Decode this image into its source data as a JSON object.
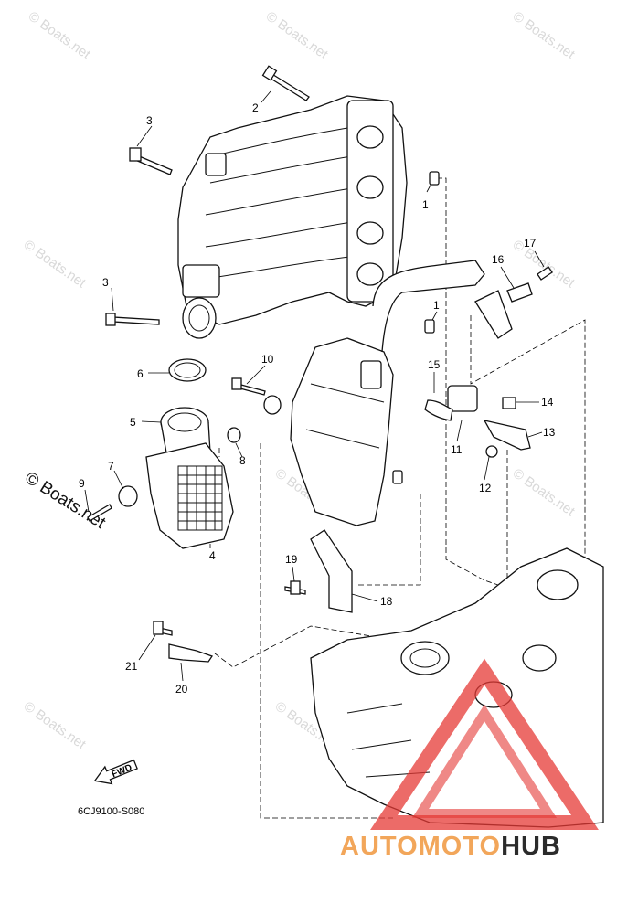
{
  "watermark": {
    "text": "© Boats.net",
    "large_text": "© Boats.net"
  },
  "diagram_code": "6CJ9100-S080",
  "fwd_label": "FWD",
  "brand": {
    "auto": "AUTO",
    "moto": "MOTO",
    "hub": "HUB",
    "color_primary": "#f2a65a",
    "color_secondary": "#2b2b2b",
    "triangle_color": "#e53935"
  },
  "callouts": [
    "1",
    "1",
    "2",
    "3",
    "3",
    "4",
    "5",
    "6",
    "7",
    "8",
    "9",
    "10",
    "11",
    "12",
    "13",
    "14",
    "15",
    "16",
    "17",
    "18",
    "19",
    "20",
    "21"
  ]
}
